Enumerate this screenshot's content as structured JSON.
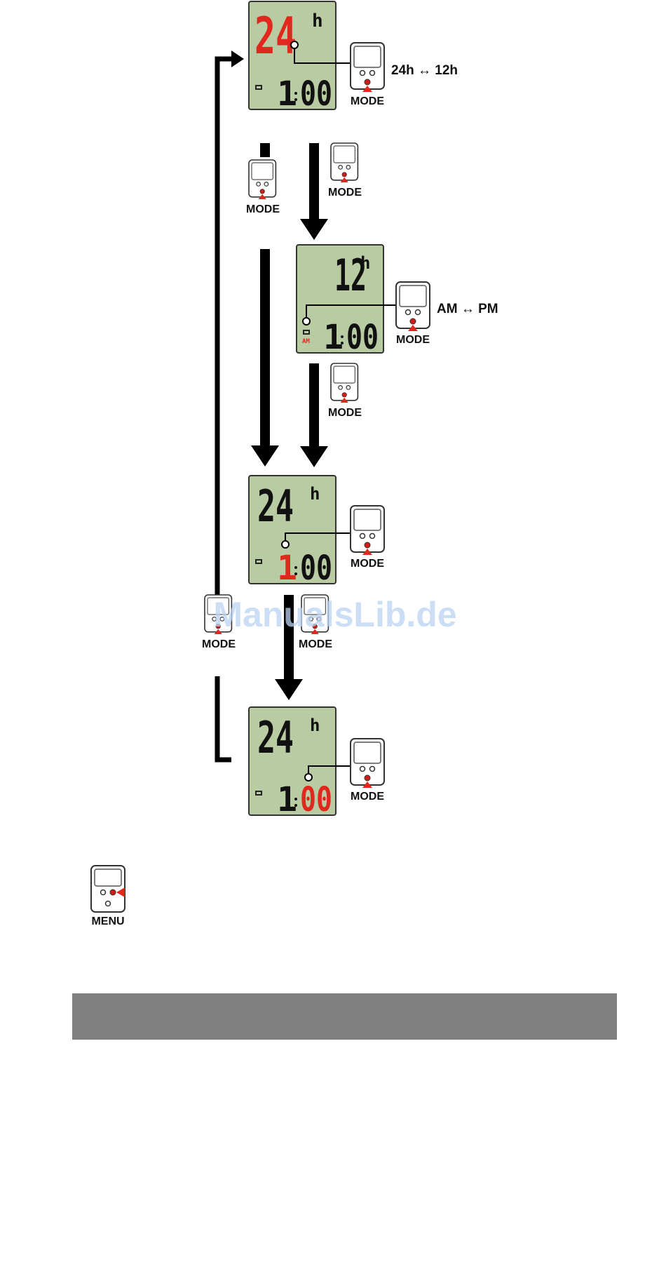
{
  "screens": [
    {
      "mode_text": "24",
      "unit": "h",
      "time_left": "1",
      "time_right": "00",
      "am_indicator": ""
    },
    {
      "mode_text": "12",
      "unit": "h",
      "time_left": "1",
      "time_right": "00",
      "am_indicator": "AM"
    },
    {
      "mode_text": "24",
      "unit": "h",
      "time_left": "1",
      "time_right": "00",
      "am_indicator": ""
    },
    {
      "mode_text": "24",
      "unit": "h",
      "time_left": "1",
      "time_right": "00",
      "am_indicator": ""
    }
  ],
  "buttons": {
    "mode": "MODE",
    "menu": "MENU"
  },
  "annotations": {
    "toggle_24_12": "24h ↔ 12h",
    "toggle_am_pm": "AM ↔ PM"
  },
  "watermark": "ManualsLib.de",
  "colors": {
    "lcd_bg": "#b9cba2",
    "highlight": "#e0281e",
    "digit": "#111111",
    "footer_bar": "#808080"
  }
}
